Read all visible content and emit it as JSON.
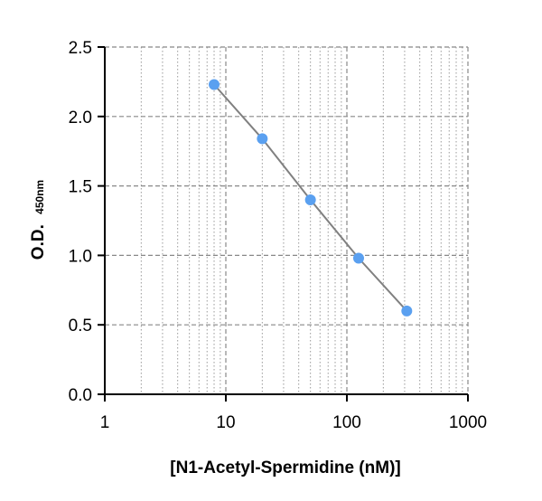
{
  "chart_data": {
    "type": "scatter",
    "title": "",
    "xlabel": "[N1-Acetyl-Spermidine (nM)]",
    "ylabel": "O.D.",
    "ylabel_subscript": "450nm",
    "x_scale": "log",
    "xlim": [
      1,
      1000
    ],
    "ylim": [
      0.0,
      2.5
    ],
    "x_ticks": [
      1,
      10,
      100,
      1000
    ],
    "x_tick_labels": [
      "1",
      "10",
      "100",
      "1000"
    ],
    "y_ticks": [
      0.0,
      0.5,
      1.0,
      1.5,
      2.0,
      2.5
    ],
    "y_tick_labels": [
      "0.0",
      "0.5",
      "1.0",
      "1.5",
      "2.0",
      "2.5"
    ],
    "grid": true,
    "series": [
      {
        "x": [
          8,
          20,
          50,
          125,
          312.5
        ],
        "y": [
          2.23,
          1.84,
          1.4,
          0.98,
          0.6
        ],
        "marker_color": "#5aa0f0",
        "line_color": "#808080"
      }
    ]
  }
}
